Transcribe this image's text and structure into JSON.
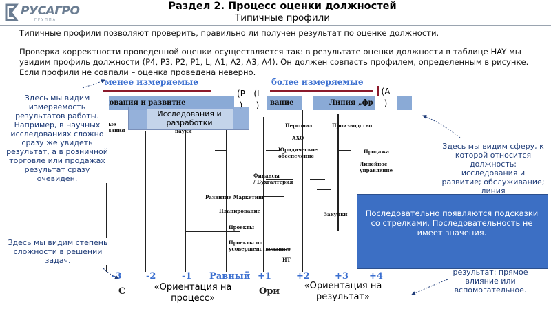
{
  "header": {
    "logo_text": "РУСАГРО",
    "logo_sub": "ГРУППА",
    "title": "Раздел 2. Процесс оценки должностей",
    "subtitle": "Типичные профили"
  },
  "intro": {
    "p1": "Типичные профили позволяют проверить, правильно ли получен результат по оценке должности.",
    "p2": "Проверка корректности проведенной оценки осуществляется так: в результате оценки должности в таблице HAY мы увидим профиль должности (P4, P3, P2, P1, L, A1, A2, A3, A4). Он должен совпасть профилем, определенным в рисунке. Если профили не совпали – оценка проведена неверно."
  },
  "diagram": {
    "less_measurable": "менее измеряемые",
    "more_measurable": "более измеряемые",
    "band_left": "дования и развитие",
    "band_mid": "вание",
    "band_right": "Линия „фр",
    "letter_p": "(P\n)",
    "letter_l": "(L\n)",
    "letter_a": "(A\n)",
    "labels": {
      "bank": "ные\nования",
      "science": "науки",
      "personnel": "Персонал",
      "aho": "АХО",
      "production": "Производство",
      "legal": "Юридическое\nобеспечение",
      "sales": "Продажа",
      "line_mgmt": "Линейное\nуправление",
      "finance": "Финансы\n/ Бухгалтерия",
      "marketing": "Развитие Маркетинг",
      "planning": "Планирование",
      "purchases": "Закупки",
      "projects": "Проекты",
      "projects_improve": "Проекты по\nусовершенствованию",
      "it": "ИТ"
    },
    "axis": [
      "-3",
      "-2",
      "-1",
      "Равный",
      "+1",
      "+2",
      "+3",
      "+4"
    ],
    "axis_bottom_left": "С",
    "axis_bottom_mid": "Ори"
  },
  "overlays": {
    "research_bubble": "Исследования и разработки",
    "left_note_1": "Здесь мы видим измеряемость результатов работы. Например, в научных исследованиях сложно сразу же увидеть результат, а в розничной торговле или продажах результат сразу очевиден.",
    "left_note_2": "Здесь мы видим степень сложности в решении задач.",
    "right_note_1": "Здесь мы видим сферу, к которой относится должность: исследования и развитие; обслуживание; линия",
    "right_note_2": "результат: прямое влияние или вспомогательное.",
    "orient_process": "«Ориентация на процесс»",
    "orient_result": "«Ориентация на результат»",
    "hint": "Последовательно появляются подсказки со стрелками. Последовательность не имеет значения."
  },
  "colors": {
    "dark_red": "#8b1a2b",
    "band_blue": "#8aaad6",
    "accent_blue": "#3b6fd0",
    "hint_bg": "#3c6fc4",
    "note_text": "#1f3c78"
  }
}
